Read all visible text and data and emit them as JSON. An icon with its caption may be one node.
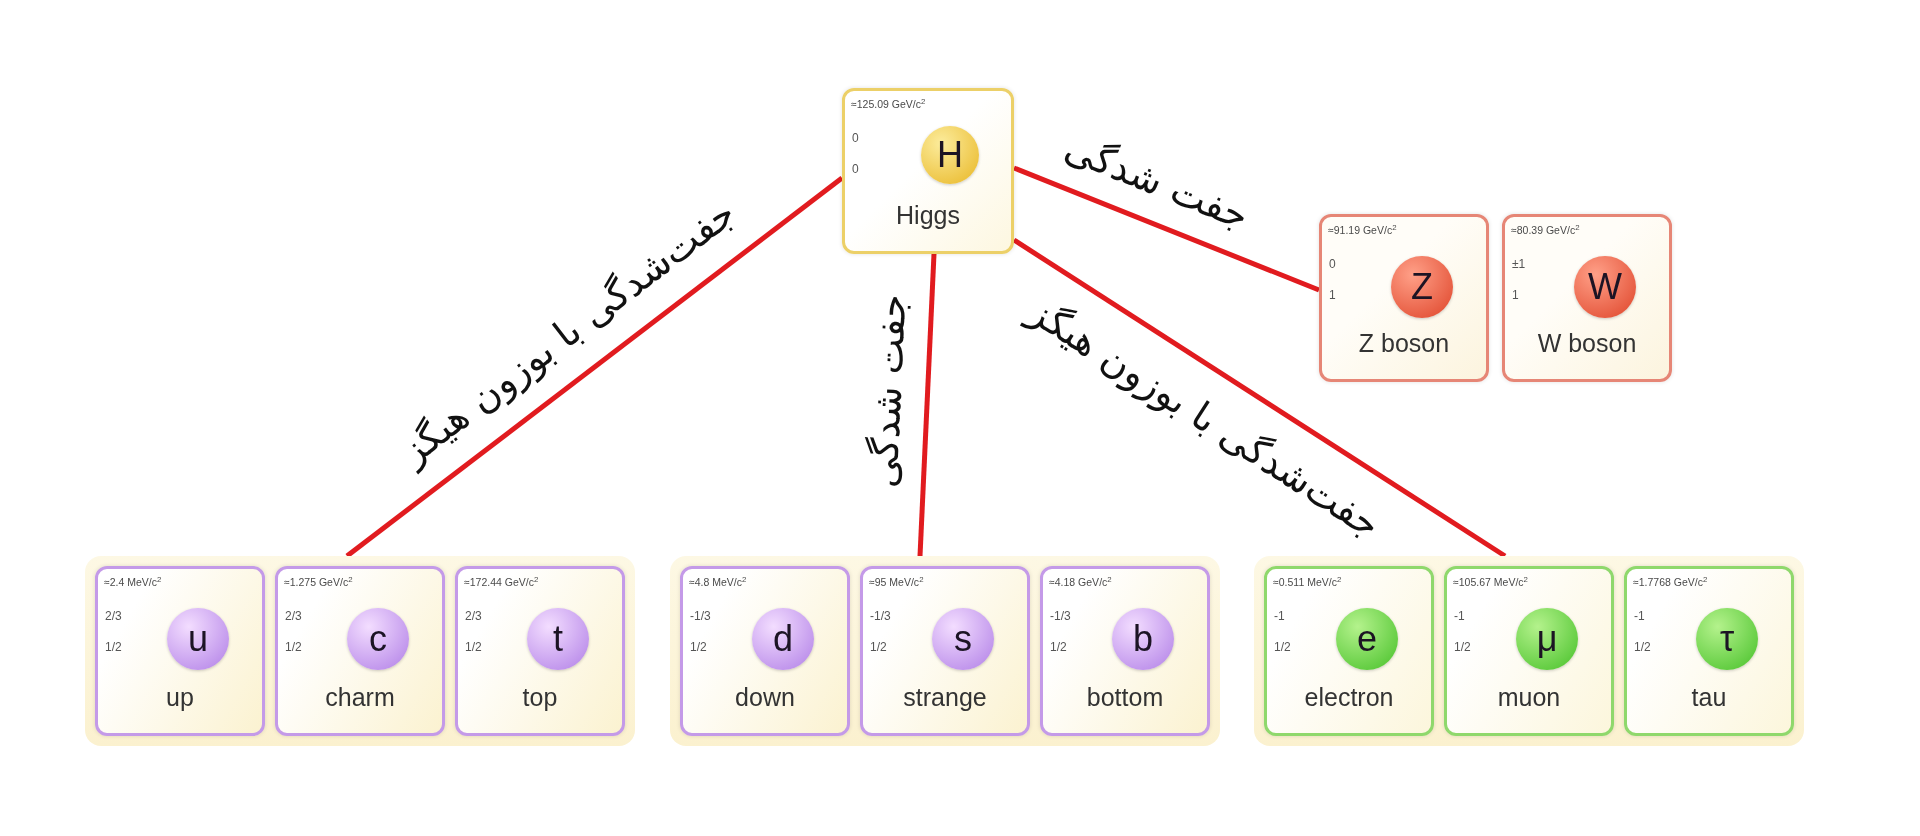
{
  "diagram": {
    "nodes": [
      {
        "text": [
          "≈125.09 GeV/c$^{2}$",
          "0",
          "0",
          "Higgs"
        ]
      },
      {
        "text": [
          "H"
        ],
        "in": 0
      },
      {
        "text": [
          "≈91.19 GeV/c$^{2}$",
          "0",
          "1",
          "Z boson"
        ]
      },
      {
        "text": [
          "Z"
        ],
        "in": 2
      },
      {
        "text": [
          "≈80.39 GeV/c$^{2}$",
          "±1",
          "1",
          "W boson"
        ]
      },
      {
        "text": [
          "W"
        ],
        "in": 4
      },
      {
        "text": [],
        "shape": "band"
      },
      {
        "text": [
          "≈2.4 MeV/c$^{2}$",
          "2/3",
          "1/2",
          "up"
        ],
        "in": 6
      },
      {
        "text": [
          "u"
        ],
        "in": 7
      },
      {
        "text": [
          "≈1.275 GeV/c$^{2}$",
          "2/3",
          "1/2",
          "charm"
        ],
        "in": 6
      },
      {
        "text": [
          "c"
        ],
        "in": 9
      },
      {
        "text": [
          "≈172.44 GeV/c$^{2}$",
          "2/3",
          "1/2",
          "top"
        ],
        "in": 6
      },
      {
        "text": [
          "t"
        ],
        "in": 11
      },
      {
        "text": [],
        "shape": "band"
      },
      {
        "text": [
          "≈4.8 MeV/c$^{2}$",
          "-1/3",
          "1/2",
          "down"
        ],
        "in": 13
      },
      {
        "text": [
          "d"
        ],
        "in": 14
      },
      {
        "text": [
          "≈95 MeV/c$^{2}$",
          "-1/3",
          "1/2",
          "strange"
        ],
        "in": 13
      },
      {
        "text": [
          "s"
        ],
        "in": 16
      },
      {
        "text": [
          "≈4.18 GeV/c$^{2}$",
          "-1/3",
          "1/2",
          "bottom"
        ],
        "in": 13
      },
      {
        "text": [
          "b"
        ],
        "in": 18
      },
      {
        "text": [],
        "shape": "band"
      },
      {
        "text": [
          "≈0.511 MeV/c$^{2}$",
          "-1",
          "1/2",
          "electron"
        ],
        "in": 20
      },
      {
        "text": [
          "e"
        ],
        "in": 21
      },
      {
        "text": [
          "≈105.67 MeV/c$^{2}$",
          "-1",
          "1/2",
          "muon"
        ],
        "in": 20
      },
      {
        "text": [
          "μ"
        ],
        "in": 23
      },
      {
        "text": [
          "≈1.7768 GeV/c$^{2}$",
          "-1",
          "1/2",
          "tau"
        ],
        "in": 20
      },
      {
        "text": [
          "τ"
        ],
        "in": 25
      }
    ],
    "edges": [
      {
        "from": 0,
        "to": 6,
        "arrow": "none",
        "label": "جفت‌شدگی با بوزون هیگز"
      },
      {
        "from": 0,
        "to": 13,
        "arrow": "none",
        "label": "جفت شدگی"
      },
      {
        "from": 0,
        "to": 20,
        "arrow": "none",
        "label": "جفت‌شدگی با بوزون هیگز"
      },
      {
        "from": 0,
        "to": 2,
        "arrow": "none",
        "label": "جفت شدگی"
      }
    ]
  }
}
